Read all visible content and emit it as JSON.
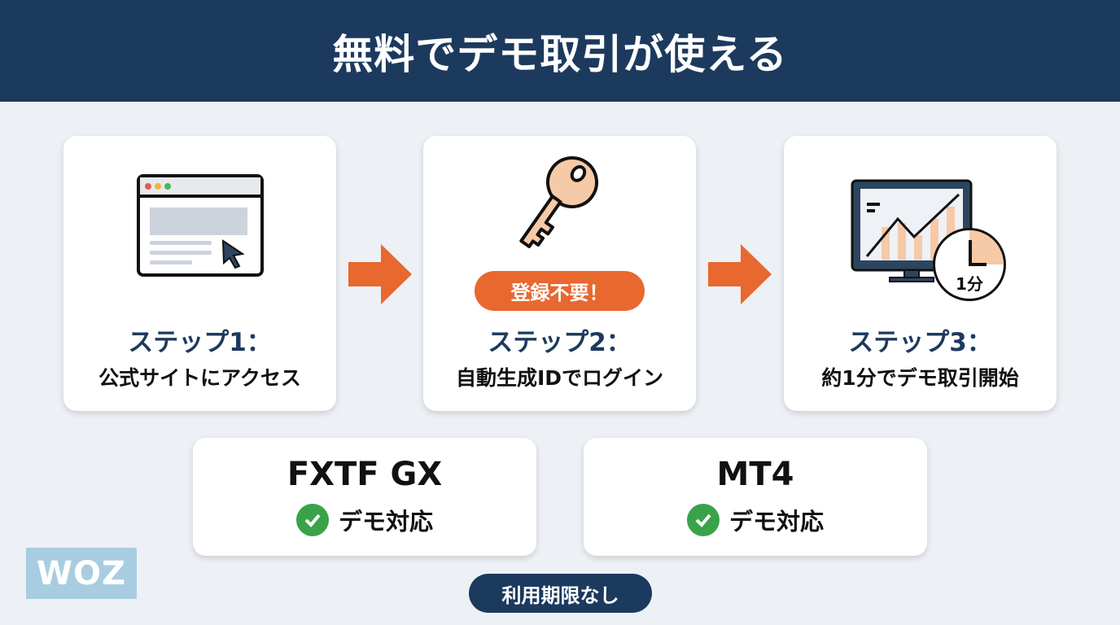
{
  "title": "無料でデモ取引が使える",
  "steps": [
    {
      "title": "ステップ1：",
      "desc": "公式サイトにアクセス",
      "icon": "browser-window-icon"
    },
    {
      "title": "ステップ2：",
      "desc": "自動生成IDでログイン",
      "icon": "key-icon",
      "badge": "登録不要！"
    },
    {
      "title": "ステップ3：",
      "desc": "約1分でデモ取引開始",
      "icon": "monitor-chart-clock-icon",
      "clock_label": "1分"
    }
  ],
  "platforms": [
    {
      "name": "FXTF GX",
      "status": "デモ対応"
    },
    {
      "name": "MT4",
      "status": "デモ対応"
    }
  ],
  "limit_badge": "利用期限なし",
  "logo": "WOZ",
  "colors": {
    "navy": "#1c3a5e",
    "orange": "#e8682f",
    "green": "#3aa34a",
    "background": "#edf1f5"
  }
}
